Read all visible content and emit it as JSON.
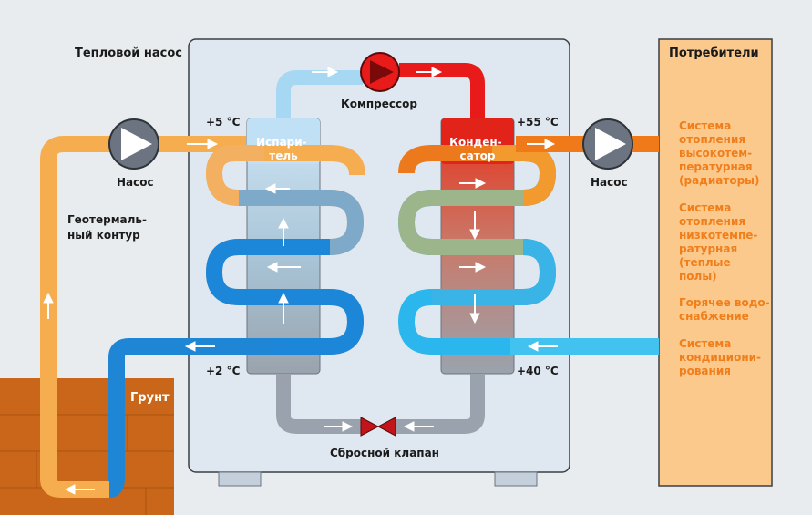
{
  "heat_pump_title": "Тепловой насос",
  "consumers_title": "Потребители",
  "compressor_label": "Компрессор",
  "evaporator_label": [
    "Испари-",
    "тель"
  ],
  "condenser_label": [
    "Конден-",
    "сатор"
  ],
  "pump_left_label": "Насос",
  "pump_right_label": "Насос",
  "geo_contour_label": [
    "Геотермаль-",
    "ный контур"
  ],
  "ground_label": "Грунт",
  "valve_label": "Сбросной клапан",
  "temps": {
    "t_plus5": "+5 °С",
    "t_plus2": "+2 °С",
    "t_plus55": "+55 °С",
    "t_plus40": "+40 °С"
  },
  "consumers": [
    [
      "Система",
      "отопления",
      "высокотем-",
      "пературная",
      "(радиаторы)"
    ],
    [
      "Система",
      "отопления",
      "низкотемпе-",
      "ратурная",
      "(теплые",
      "полы)"
    ],
    [
      "Горячее водо-",
      "снабжение"
    ],
    [
      "Система",
      "кондициони-",
      "рования"
    ]
  ],
  "colors": {
    "background": "#e8ecef",
    "heat_pump_box": "#dfe8f0",
    "consumer_panel": "#fcc98d",
    "consumer_text": "#f07e1a",
    "ground": "#c9661a",
    "hot_pipe": "#e81a1a",
    "warm_orange": "#f4a23a",
    "cold_blue": "#1478d2",
    "light_blue": "#56c2ea",
    "grey_pipe": "#9aa3ad"
  }
}
